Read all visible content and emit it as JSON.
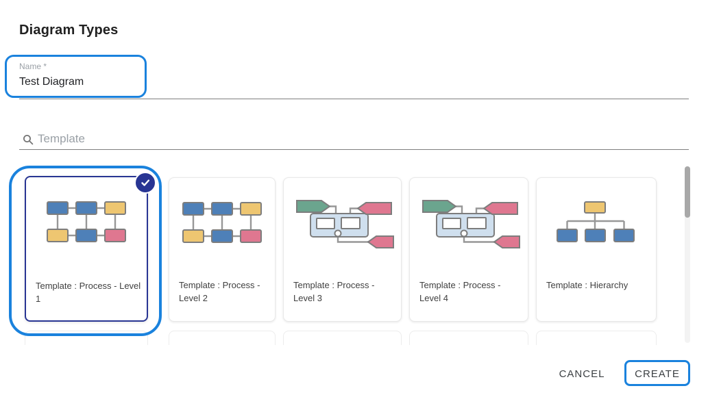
{
  "dialog": {
    "title": "Diagram Types",
    "name_field": {
      "label": "Name *",
      "value": "Test Diagram"
    },
    "search_field": {
      "placeholder": "Template",
      "icon": "search-icon"
    },
    "templates": [
      {
        "label": "Template : Process - Level 1",
        "thumbnail": "process-grid-icon",
        "selected": true
      },
      {
        "label": "Template : Process - Level 2",
        "thumbnail": "process-grid-icon",
        "selected": false
      },
      {
        "label": "Template : Process - Level 3",
        "thumbnail": "bpmn-flow-icon",
        "selected": false
      },
      {
        "label": "Template : Process - Level 4",
        "thumbnail": "bpmn-flow-icon",
        "selected": false
      },
      {
        "label": "Template : Hierarchy",
        "thumbnail": "hierarchy-icon",
        "selected": false
      }
    ],
    "actions": {
      "cancel": "CANCEL",
      "create": "CREATE"
    }
  },
  "colors": {
    "annotation_blue": "#1a82dd",
    "selected_navy": "#283593",
    "shape_blue": "#4e80b8",
    "shape_yellow": "#eec671",
    "shape_pink": "#df7790",
    "shape_green": "#6ba58e",
    "container_blue": "#cfdfee"
  }
}
